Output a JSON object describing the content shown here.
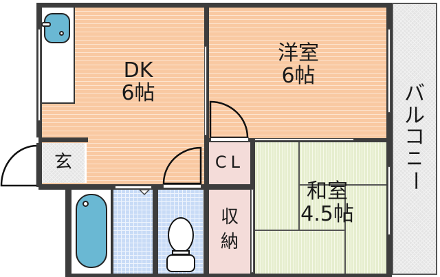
{
  "floorplan": {
    "rooms": {
      "dk": {
        "name": "DK",
        "size": "6帖"
      },
      "western": {
        "name": "洋室",
        "size": "6帖"
      },
      "japanese": {
        "name": "和室",
        "size": "4.5帖"
      },
      "entrance": {
        "name": "玄"
      },
      "closet": {
        "name": "CL"
      },
      "storage": {
        "line1": "収",
        "line2": "納"
      },
      "balcony": {
        "chars": [
          "バ",
          "ル",
          "コ",
          "ニ",
          "ー"
        ]
      }
    },
    "colors": {
      "wall": "#3d3d3d",
      "wood_floor": "#f9c9a2",
      "tile_floor": "#c8dbf6",
      "tatami": "#e6eecf",
      "closet": "#f4dcd9",
      "balcony": "#e4e4e4",
      "fixture_blue": "#6ab8d3"
    }
  }
}
